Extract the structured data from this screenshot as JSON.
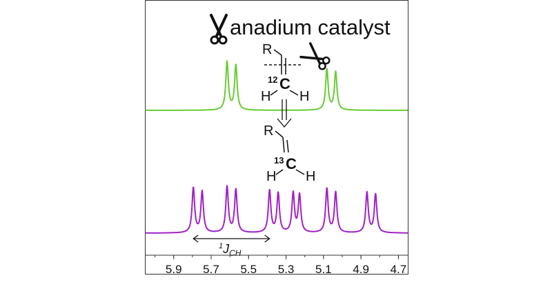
{
  "figure": {
    "title_rest": "anadium catalyst",
    "scissors_icon": "scissors-icon"
  },
  "molecule_top": {
    "r_label": "R",
    "isotope_mass": "12",
    "center_atom": "C",
    "h_left": "H",
    "h_right": "H"
  },
  "molecule_bottom": {
    "r_label": "R",
    "isotope_mass": "13",
    "center_atom": "C",
    "h_left": "H",
    "h_right": "H"
  },
  "coupling": {
    "symbol_superscript": "1",
    "symbol": "J",
    "subscript": "CH"
  },
  "colors": {
    "top_spectrum": "#66cc33",
    "bottom_spectrum": "#a020c8",
    "frame": "#333333",
    "text": "#111111"
  },
  "chart_data": [
    {
      "type": "line",
      "name": "top-spectrum",
      "x_unit": "ppm",
      "x_reversed": true,
      "xlim": [
        6.05,
        4.65
      ],
      "peaks": [
        {
          "x": 5.615,
          "height": 1.0
        },
        {
          "x": 5.568,
          "height": 0.93
        },
        {
          "x": 5.082,
          "height": 0.85
        },
        {
          "x": 5.035,
          "height": 0.79
        }
      ]
    },
    {
      "type": "line",
      "name": "bottom-spectrum",
      "x_unit": "ppm",
      "x_reversed": true,
      "xlim": [
        6.05,
        4.65
      ],
      "peaks": [
        {
          "x": 5.795,
          "height": 0.96
        },
        {
          "x": 5.748,
          "height": 0.88
        },
        {
          "x": 5.615,
          "height": 0.98
        },
        {
          "x": 5.568,
          "height": 0.92
        },
        {
          "x": 5.388,
          "height": 0.9
        },
        {
          "x": 5.342,
          "height": 0.84
        },
        {
          "x": 5.262,
          "height": 0.84
        },
        {
          "x": 5.228,
          "height": 0.8
        },
        {
          "x": 5.082,
          "height": 0.94
        },
        {
          "x": 5.035,
          "height": 0.86
        },
        {
          "x": 4.868,
          "height": 0.86
        },
        {
          "x": 4.822,
          "height": 0.82
        }
      ],
      "x_axis": {
        "ticks": [
          5.9,
          5.7,
          5.5,
          5.3,
          5.1,
          4.9,
          4.7
        ],
        "tick_labels": [
          "5.9",
          "5.7",
          "5.5",
          "5.3",
          "5.1",
          "4.9",
          "4.7"
        ]
      },
      "coupling_arrow": {
        "from": 5.795,
        "to": 5.388
      }
    }
  ]
}
